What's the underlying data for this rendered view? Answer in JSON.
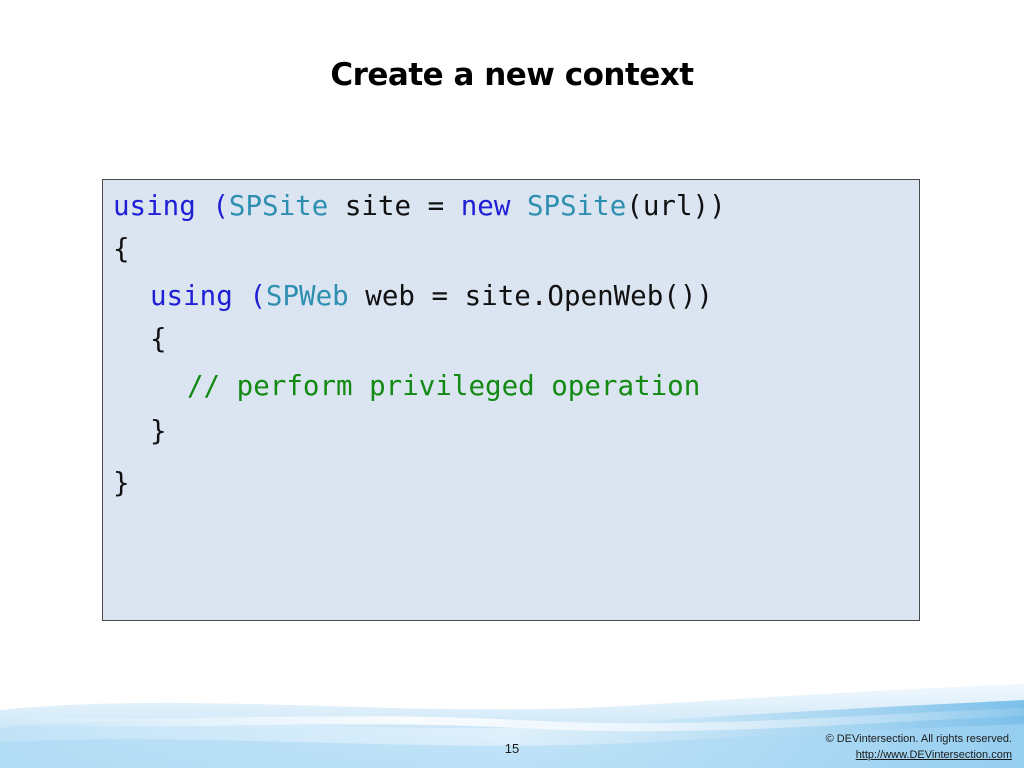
{
  "slide": {
    "title": "Create a new context",
    "page_number": "15"
  },
  "code": {
    "line1": {
      "kw_using": "using",
      "paren_open": " (",
      "type_spsite": "SPSite",
      "text_site": " site = ",
      "kw_new": "new",
      "space": " ",
      "type_spsite2": "SPSite",
      "text_url": "(url))"
    },
    "line2": {
      "brace_open": "{"
    },
    "line3": {
      "kw_using": "using",
      "paren_open": " (",
      "type_spweb": "SPWeb",
      "text_web": " web = site.OpenWeb())"
    },
    "line4": {
      "brace_open": "{"
    },
    "line5": {
      "comment": "// perform privileged operation"
    },
    "line6": {
      "brace_close": "}"
    },
    "line7": {
      "brace_close": "}"
    }
  },
  "footer": {
    "copyright": "© DEVintersection. All rights reserved.",
    "link": "http://www.DEVintersection.com"
  },
  "colors": {
    "keyword": "#1f1fd6",
    "type": "#2e8fb0",
    "comment": "#138a13",
    "code_background": "#dbe5f1"
  }
}
